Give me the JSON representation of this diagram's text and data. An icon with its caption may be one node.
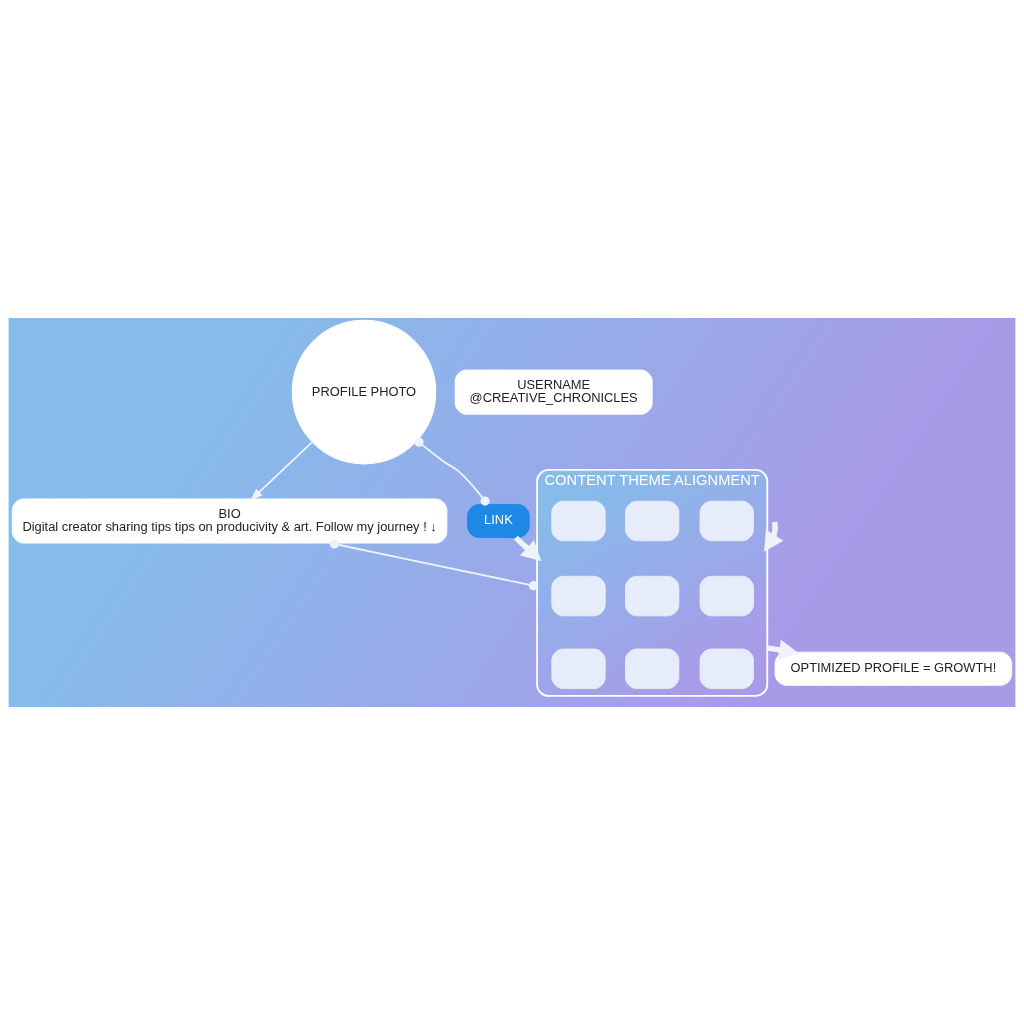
{
  "diagram": {
    "nodes": [
      {
        "text": [
          "PROFILE PHOTO"
        ]
      },
      {
        "text": [
          "BIO",
          "Digital creator sharing tips tips on producivity & art. Follow my journey ! ↓"
        ]
      },
      {
        "text": [
          "USERNAME",
          "@CREATIVE_CHRONICLES"
        ]
      },
      {
        "text": [
          "LINK"
        ]
      },
      {
        "text": [
          "CONTENT THEME ALIGNMENT"
        ]
      },
      {
        "text": [],
        "shape": "box",
        "in": 4
      },
      {
        "text": [],
        "shape": "box",
        "in": 4
      },
      {
        "text": [],
        "shape": "box",
        "in": 4
      },
      {
        "text": [],
        "shape": "box",
        "in": 4
      },
      {
        "text": [],
        "shape": "box",
        "in": 4
      },
      {
        "text": [],
        "shape": "box",
        "in": 4
      },
      {
        "text": [],
        "shape": "box",
        "in": 4
      },
      {
        "text": [],
        "shape": "box",
        "in": 4
      },
      {
        "text": [],
        "shape": "box",
        "in": 4
      },
      {
        "text": [
          "OPTIMIZED PROFILE = GROWTH!"
        ]
      }
    ],
    "edges": [
      {
        "from": 0,
        "to": 3,
        "arrow": "other"
      },
      {
        "from": 0,
        "to": 1,
        "arrow": "to"
      },
      {
        "from": 3,
        "to": 4,
        "arrow": "to",
        "style": "thick"
      },
      {
        "from": null,
        "to": 4,
        "arrow": "to",
        "style": "thick"
      },
      {
        "from": 1,
        "to": 4,
        "arrow": "other"
      },
      {
        "from": 4,
        "to": 14,
        "arrow": "to",
        "style": "thick"
      }
    ]
  }
}
